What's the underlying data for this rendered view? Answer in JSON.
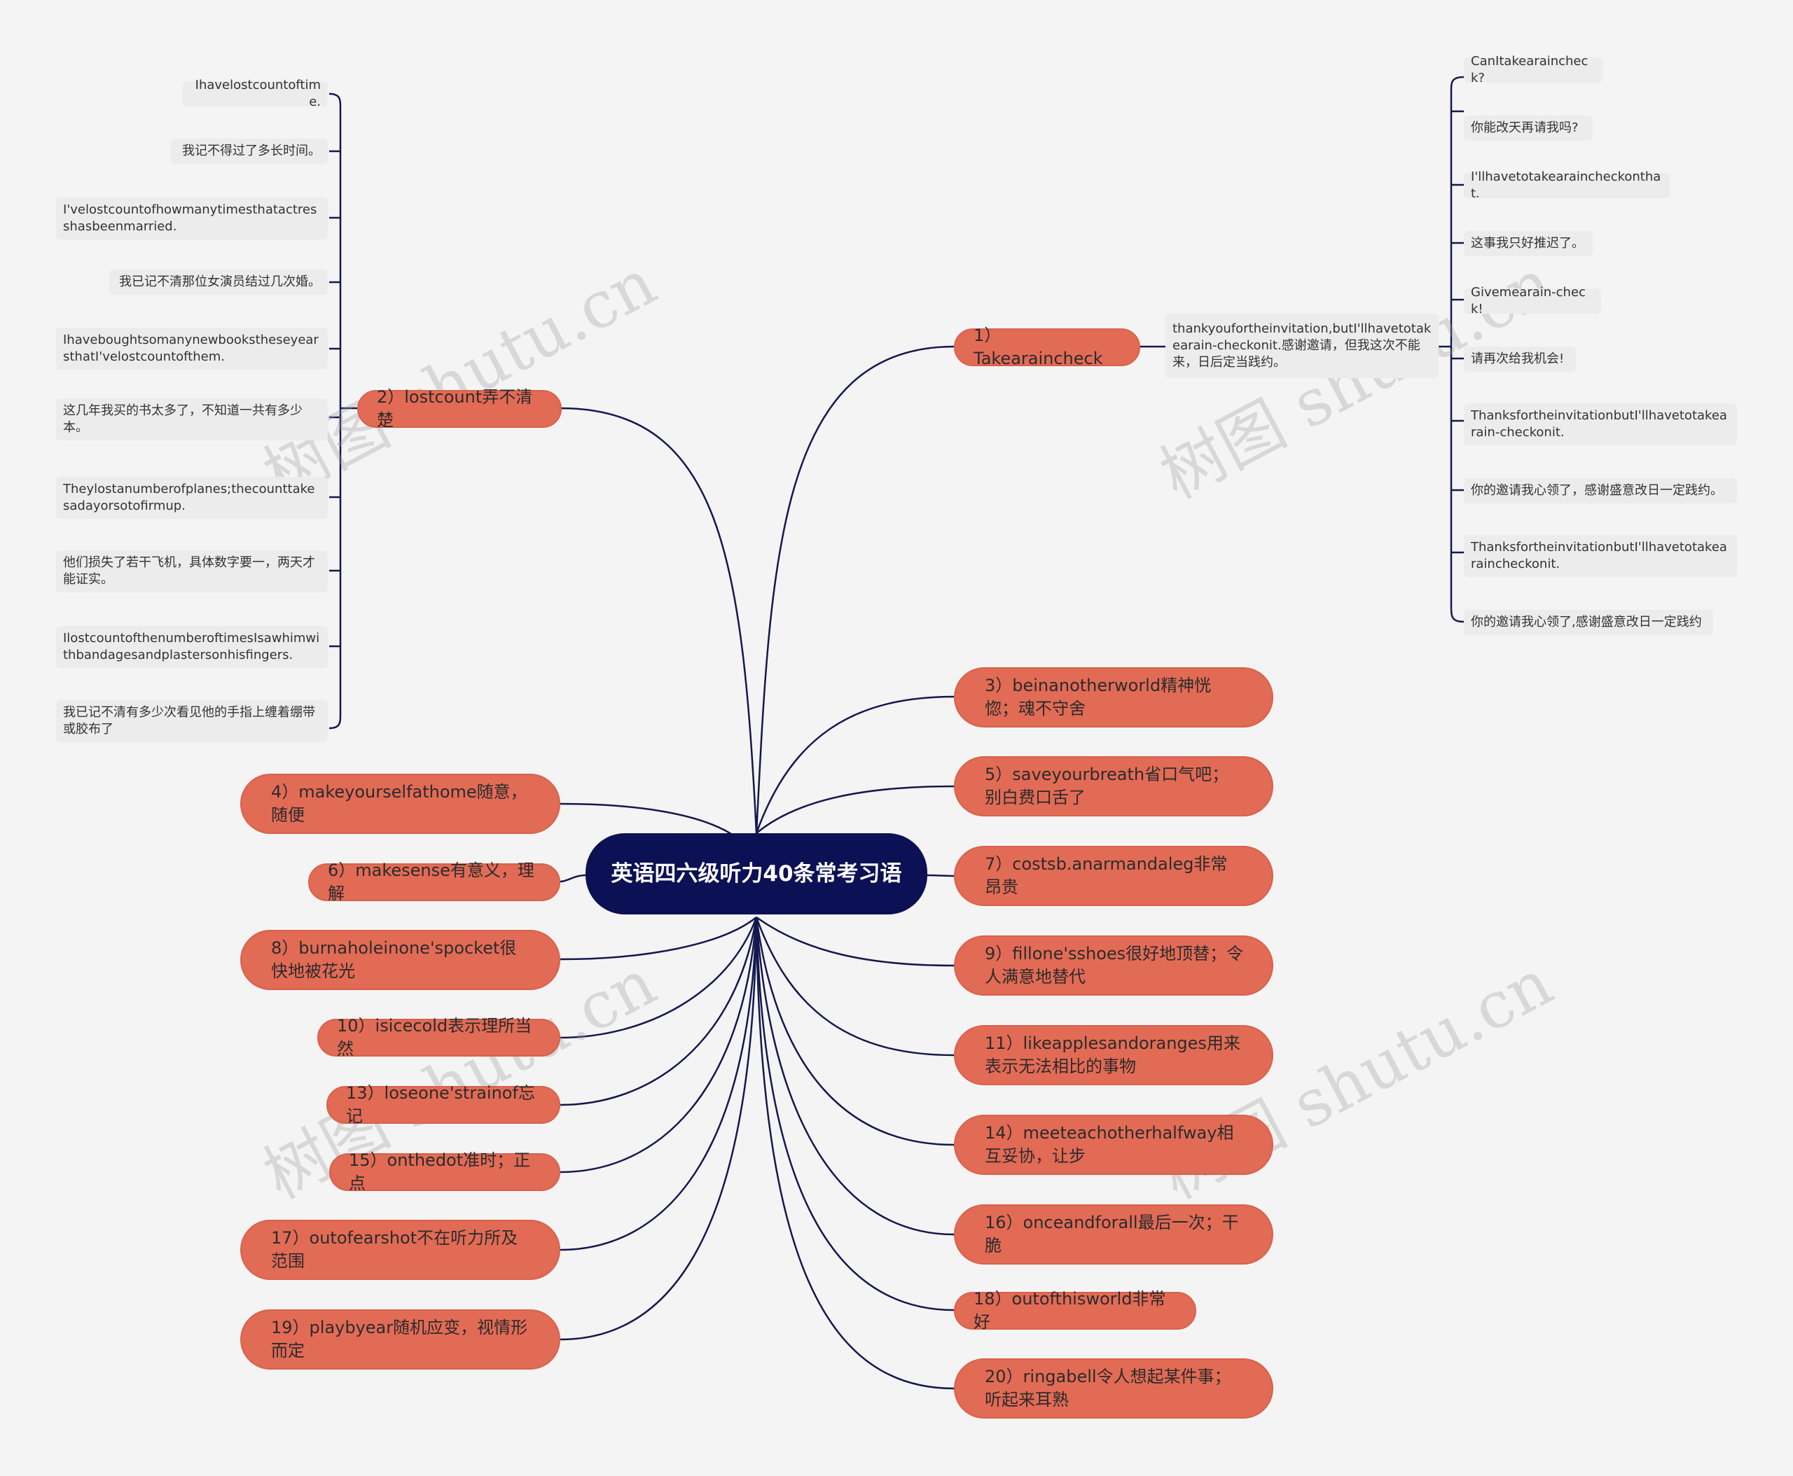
{
  "colors": {
    "background": "#f4f4f4",
    "center": "#0c1054",
    "branch": "#e26b56",
    "leaf": "#ececec",
    "line": "#14184d"
  },
  "watermark": "树图 shutu.cn",
  "center": "英语四六级听力40条常考习语",
  "branches": {
    "b1": "1）Takearaincheck",
    "b1_detail": "thankyoufortheinvitation,butI'llhavetotakearain-checkonit.感谢邀请，但我这次不能来，日后定当践约。",
    "b2": "2）lostcount弄不清楚",
    "b3": "3）beinanotherworld精神恍惚；魂不守舍",
    "b4": "4）makeyourselfathome随意，随便",
    "b5": "5）saveyourbreath省口气吧；别白费口舌了",
    "b6": "6）makesense有意义，理解",
    "b7": "7）costsb.anarmandaleg非常昂贵",
    "b8": "8）burnaholeinone'spocket很快地被花光",
    "b9": "9）fillone'sshoes很好地顶替；令人满意地替代",
    "b10": "10）isicecold表示理所当然",
    "b11": "11）likeapplesandoranges用来表示无法相比的事物",
    "b13": "13）loseone'strainof忘记",
    "b14": "14）meeteachotherhalfway相互妥协，让步",
    "b15": "15）onthedot准时；正点",
    "b16": "16）onceandforall最后一次；干脆",
    "b17": "17）outofearshot不在听力所及范围",
    "b18": "18）outofthisworld非常好",
    "b19": "19）playbyear随机应变，视情形而定",
    "b20": "20）ringabell令人想起某件事；听起来耳熟"
  },
  "leaves_left": [
    "Ihavelostcountoftime.",
    "我记不得过了多长时间。",
    "I'velostcountofhowmanytimesthatactresshasbeenmarried.",
    "我已记不清那位女演员结过几次婚。",
    "IhaveboughtsomanynewbookstheseyearsthatI'velostcountofthem.",
    "这几年我买的书太多了，不知道一共有多少本。",
    "Theylostanumberofplanes;thecounttakesadayorsotofirmup.",
    "他们损失了若干飞机，具体数字要一，两天才能证实。",
    "IlostcountofthenumberoftimesIsawhimwithbandagesandplastersonhisfingers.",
    "我已记不清有多少次看见他的手指上缠着绷带或胶布了"
  ],
  "leaves_right": [
    "CanItakearaincheck?",
    "你能改天再请我吗?",
    "I'llhavetotakearaincheckonthat.",
    "这事我只好推迟了。",
    "Givemearain-check!",
    "请再次给我机会!",
    "ThanksfortheinvitationbutI'llhavetotakearain-checkonit.",
    "你的邀请我心领了，感谢盛意改日一定践约。",
    "ThanksfortheinvitationbutI'llhavetotakearaincheckonit.",
    "你的邀请我心领了,感谢盛意改日一定践约"
  ]
}
